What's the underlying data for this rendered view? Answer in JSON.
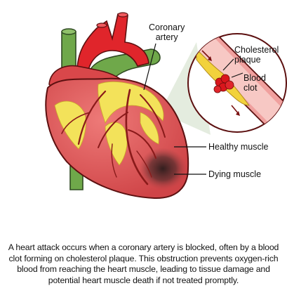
{
  "labels": {
    "coronary_artery_line1": "Coronary",
    "coronary_artery_line2": "artery",
    "cholesterol_plaque_line1": "Cholesterol",
    "cholesterol_plaque_line2": "plaque",
    "blood_clot_line1": "Blood",
    "blood_clot_line2": "clot",
    "healthy_muscle": "Healthy muscle",
    "dying_muscle": "Dying muscle"
  },
  "caption": "A heart attack occurs when a coronary artery is blocked, often by a blood clot forming on cholesterol plaque. This obstruction prevents oxygen-rich blood from reaching the heart muscle, leading to tissue damage and potential heart muscle death if not treated promptly.",
  "colors": {
    "aorta": "#e0252b",
    "vein": "#6fa84a",
    "heart_muscle": "#e0585a",
    "fat": "#f3e25a",
    "dying_muscle": "#3a2525",
    "plaque": "#f2d23c",
    "clot": "#d9161c"
  }
}
